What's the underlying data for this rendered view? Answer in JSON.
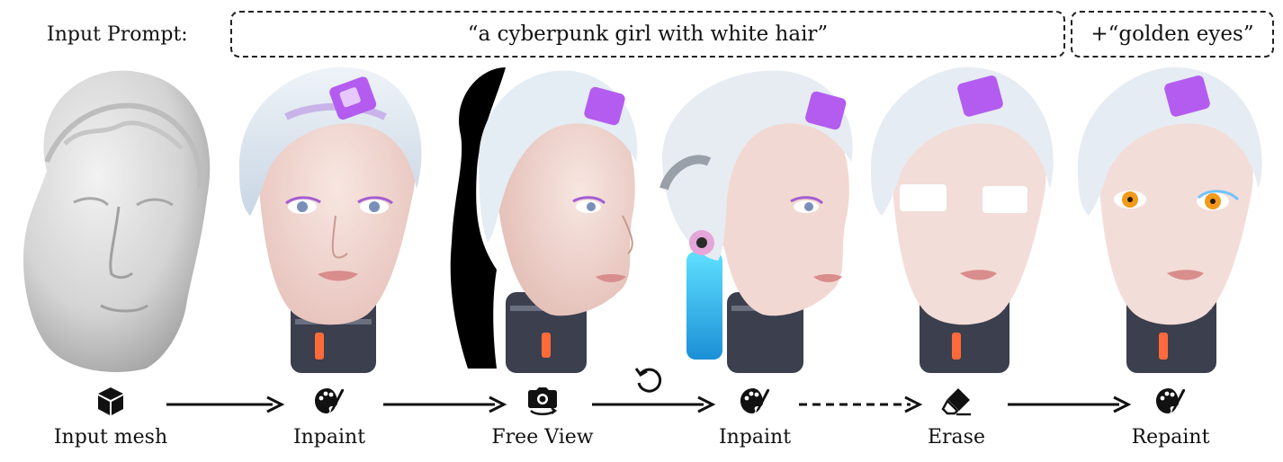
{
  "prompt": {
    "label": "Input Prompt:",
    "main_text": "“a cyberpunk girl with white hair”",
    "extra_text": "+“golden eyes”"
  },
  "steps": [
    {
      "label": "Input mesh",
      "icon": "cube-icon"
    },
    {
      "label": "Inpaint",
      "icon": "palette-brush-icon"
    },
    {
      "label": "Free View",
      "icon": "camera-rotate-icon"
    },
    {
      "label": "Inpaint",
      "icon": "palette-brush-icon"
    },
    {
      "label": "Erase",
      "icon": "eraser-icon"
    },
    {
      "label": "Repaint",
      "icon": "palette-brush-icon"
    }
  ],
  "arrows": [
    {
      "style": "solid"
    },
    {
      "style": "solid"
    },
    {
      "style": "solid",
      "extra_icon": "rotate-ccw-icon"
    },
    {
      "style": "dashed"
    },
    {
      "style": "solid"
    }
  ],
  "colors": {
    "hair": "#dfe8f2",
    "skin": "#f2d8d2",
    "tiara": "#b45cf0",
    "collar": "#3b3f4e",
    "eyes_golden": "#f29a1a",
    "mesh": "#d9d9d9"
  }
}
